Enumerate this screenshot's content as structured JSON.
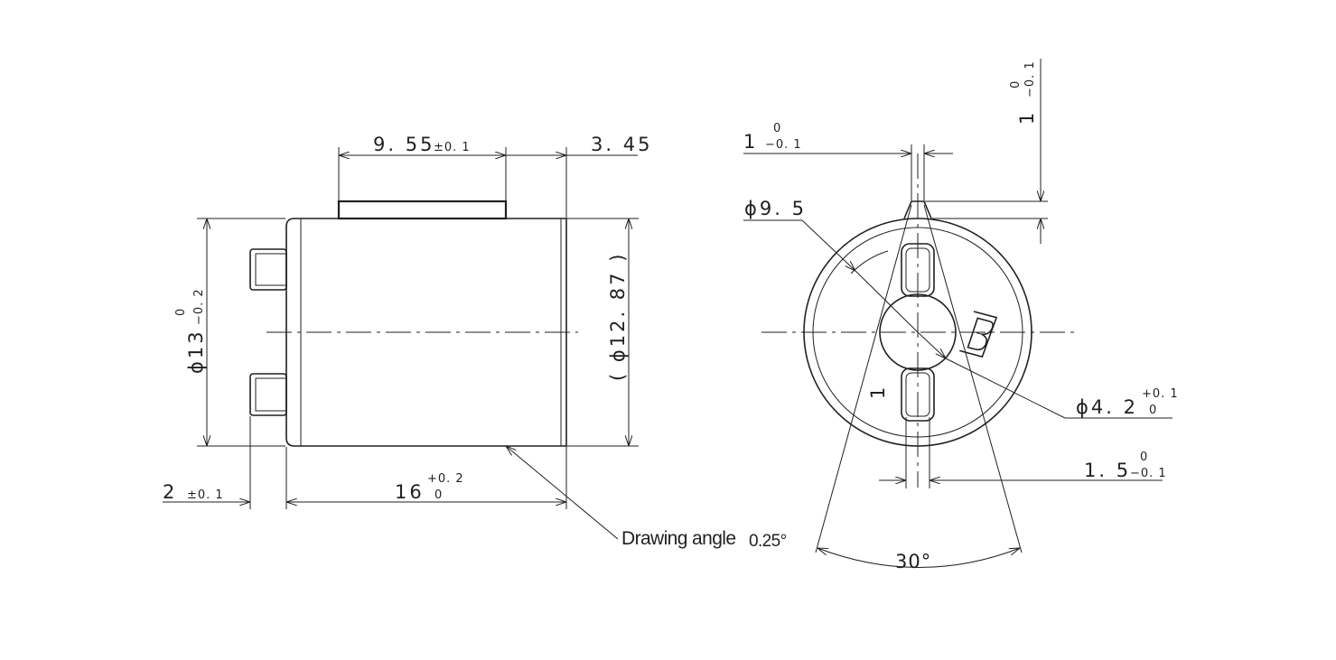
{
  "dimensions": {
    "top_width": {
      "value": "9. 55",
      "tol": "±0. 1"
    },
    "right_offset": {
      "value": "3. 45"
    },
    "diameter_13": {
      "value": "ϕ13",
      "tol_upper": "0",
      "tol_lower": "−0. 2"
    },
    "diameter_12_87": {
      "value": "( ϕ12. 87 )"
    },
    "pin_length": {
      "value": "2",
      "tol": "±0. 1"
    },
    "body_length": {
      "value": "16",
      "tol_upper": "+0. 2",
      "tol_lower": "0"
    },
    "key_width": {
      "value": "1",
      "tol_upper": "0",
      "tol_lower": "−0. 1"
    },
    "key_height": {
      "value": "1",
      "tol_upper": "0",
      "tol_lower": "−0. 1"
    },
    "diameter_9_5": {
      "value": "ϕ9. 5"
    },
    "diameter_4_2": {
      "value": "ϕ4. 2",
      "tol_upper": "+0. 1",
      "tol_lower": "0"
    },
    "slot_width": {
      "value": "1. 5",
      "tol_upper": "0",
      "tol_lower": "−0. 1"
    },
    "angle": {
      "value": "30°"
    }
  },
  "notes": {
    "drawing_angle_label": "Drawing angle",
    "drawing_angle_value": "0.25°"
  },
  "markings": {
    "pin_number": "1"
  },
  "logo": {
    "name": "manufacturer-logo"
  }
}
